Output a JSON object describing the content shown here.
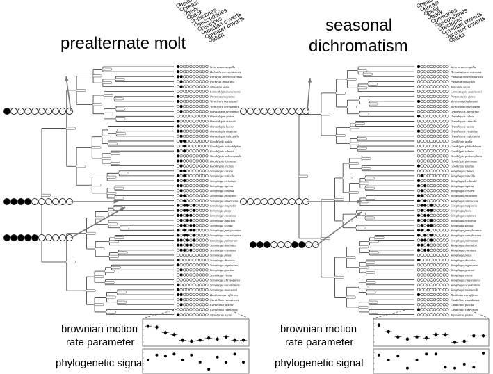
{
  "panels": [
    {
      "title_lines": [
        "prealternate molt"
      ],
      "columns_header": [
        "head",
        "breast",
        "belly",
        "back",
        "primaries",
        "secondaries",
        "rectrices",
        "median coverts",
        "greater coverts",
        "alula"
      ],
      "brownian_label_lines": [
        "brownian motion",
        "rate parameter"
      ],
      "signal_label": "phylogenetic signal",
      "rate_values": [
        0.8,
        0.75,
        0.5,
        0.4,
        0.15,
        0.1,
        0.15,
        0.25,
        0.2,
        0.3,
        0.15,
        0.15
      ],
      "signal_values": [
        0.55,
        0.8,
        0.75,
        0.85,
        0.55,
        0.8,
        0.45,
        0.1,
        0.7,
        0.45,
        0.85,
        0.45
      ]
    },
    {
      "title_lines": [
        "seasonal",
        "dichromatism"
      ],
      "columns_header": [
        "head",
        "breast",
        "belly",
        "back",
        "primaries",
        "secondaries",
        "rectrices",
        "median coverts",
        "greater coverts",
        "alula"
      ],
      "brownian_label_lines": [
        "brownian motion",
        "rate parameter"
      ],
      "signal_label": "phylogenetic signal",
      "rate_values": [
        0.85,
        0.55,
        0.3,
        0.2,
        0.3,
        0.25,
        0.4,
        0.4,
        0.05,
        0.1,
        0.35,
        0.35
      ],
      "signal_values": [
        0.8,
        0.55,
        0.75,
        0.15,
        0.55,
        0.85,
        0.85,
        0.2,
        0.15,
        0.35,
        0.2,
        0.9
      ]
    }
  ],
  "taxa": [
    "Seiurus aurocapilla",
    "Helmitheros vermivorus",
    "Parkesia noveboracensis",
    "Parkesia motacilla",
    "Mniotilta varia",
    "Limnothlypis swainsonii",
    "Protonotaria citrea",
    "Vermivora bachmanii",
    "Vermivora chrysoptera",
    "Oreothlypis peregrina",
    "Oreothlypis celata",
    "Oreothlypis crissalis",
    "Oreothlypis luciae",
    "Oreothlypis virginiae",
    "Oreothlypis ruficapilla",
    "Geothlypis agilis",
    "Geothlypis philadelphia",
    "Geothlypis tolmiei",
    "Geothlypis poliocephala",
    "Geothlypis formosus",
    "Geothlypis trichas",
    "Setophaga citrina",
    "Setophaga ruticilla",
    "Setophaga kirtlandii",
    "Setophaga tigrina",
    "Setophaga cerulea",
    "Setophaga pitiayumi",
    "Setophaga americana",
    "Setophaga magnolia",
    "Setophaga fusca",
    "Setophaga castanea",
    "Setophaga petechia",
    "Setophaga striata",
    "Setophaga pensylvanica",
    "Setophaga caerulescens",
    "Setophaga palmarum",
    "Setophaga dominica",
    "Setophaga coronata",
    "Setophaga pinus",
    "Setophaga discolor",
    "Setophaga nigrescens",
    "Setophaga graciae",
    "Setophaga virens",
    "Setophaga chrysoparia",
    "Setophaga occidentalis",
    "Setophaga townsendi",
    "Basileuterus rufifrons",
    "Cardellina canadensis",
    "Cardellina pusilla",
    "Cardellina rubrifrons",
    "Myioborus pictus"
  ],
  "colors": {
    "ink": "#000000",
    "arrow": "#777777",
    "tree": "#333333",
    "dashed": "#555555"
  }
}
